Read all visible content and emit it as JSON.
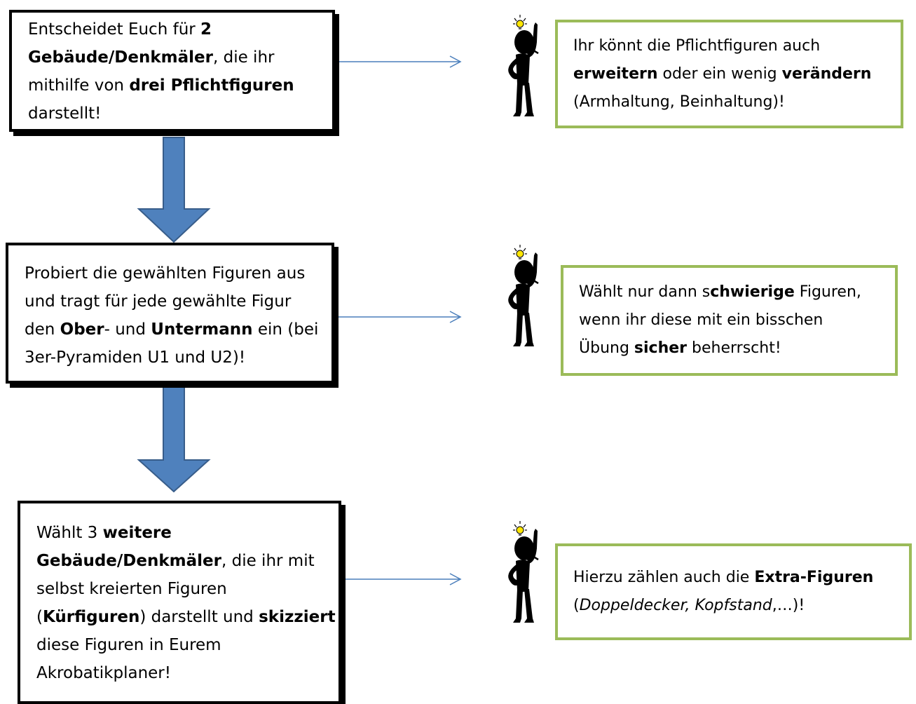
{
  "steps": [
    {
      "lines": [
        [
          {
            "t": "Entscheidet Euch für "
          },
          {
            "t": "2",
            "b": true
          }
        ],
        [
          {
            "t": "Gebäude/Denkmäler",
            "b": true
          },
          {
            "t": ", die ihr"
          }
        ],
        [
          {
            "t": "mithilfe von "
          },
          {
            "t": "drei Pflichtfiguren",
            "b": true
          }
        ],
        [
          {
            "t": "darstellt!"
          }
        ]
      ]
    },
    {
      "lines": [
        [
          {
            "t": "Probiert die gewählten Figuren aus"
          }
        ],
        [
          {
            "t": "und tragt für jede gewählte Figur"
          }
        ],
        [
          {
            "t": "den "
          },
          {
            "t": "Ober",
            "b": true
          },
          {
            "t": "- und "
          },
          {
            "t": "Untermann",
            "b": true
          },
          {
            "t": " ein (bei"
          }
        ],
        [
          {
            "t": "3er-Pyramiden U1 und U2)!"
          }
        ]
      ]
    },
    {
      "lines": [
        [
          {
            "t": "Wählt 3 "
          },
          {
            "t": "weitere",
            "b": true
          }
        ],
        [
          {
            "t": "Gebäude/Denkmäler",
            "b": true
          },
          {
            "t": ", die ihr mit"
          }
        ],
        [
          {
            "t": "selbst kreierten Figuren"
          }
        ],
        [
          {
            "t": "("
          },
          {
            "t": "Kürfiguren",
            "b": true
          },
          {
            "t": ") darstellt und "
          },
          {
            "t": "skizziert",
            "b": true
          }
        ],
        [
          {
            "t": "diese Figuren in Eurem"
          }
        ],
        [
          {
            "t": "Akrobatikplaner!"
          }
        ]
      ]
    }
  ],
  "tips": [
    {
      "lines": [
        [
          {
            "t": "Ihr könnt die Pflichtfiguren auch"
          }
        ],
        [
          {
            "t": "erweitern",
            "b": true
          },
          {
            "t": " oder ein wenig "
          },
          {
            "t": "verändern",
            "b": true
          }
        ],
        [
          {
            "t": "(Armhaltung, Beinhaltung)!"
          }
        ]
      ]
    },
    {
      "lines": [
        [
          {
            "t": "Wählt nur dann s"
          },
          {
            "t": "chwierige",
            "b": true
          },
          {
            "t": " Figuren,"
          }
        ],
        [
          {
            "t": "wenn ihr diese mit ein bisschen"
          }
        ],
        [
          {
            "t": "Übung "
          },
          {
            "t": "sicher",
            "b": true
          },
          {
            "t": " beherrscht!"
          }
        ]
      ]
    },
    {
      "lines": [
        [
          {
            "t": "Hierzu zählen auch die "
          },
          {
            "t": "Extra-Figuren",
            "b": true
          }
        ],
        [
          {
            "t": "("
          },
          {
            "t": "Doppeldecker, Kopfstand",
            "i": true
          },
          {
            "t": ",…)!"
          }
        ]
      ]
    }
  ],
  "colors": {
    "step_border": "#000000",
    "tip_border": "#9bbb59",
    "down_arrow_fill": "#4f81bd",
    "down_arrow_stroke": "#385d8a",
    "connector": "#4a7ebb",
    "bulb": "#ffe600"
  },
  "icons": {
    "step_arrow": "down-arrow-icon",
    "connector": "right-arrow-icon",
    "tip_figure": "thinking-person-icon"
  }
}
